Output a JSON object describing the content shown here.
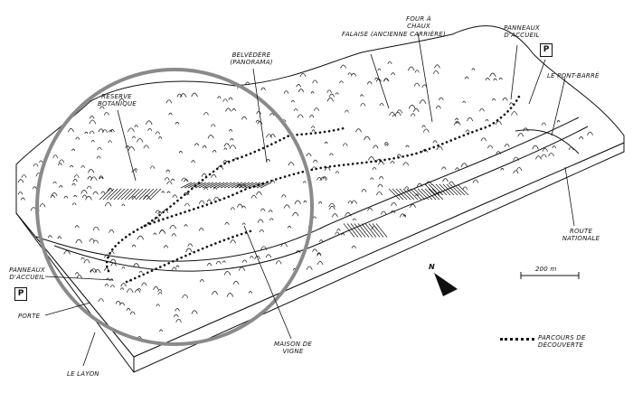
{
  "labels": {
    "falaise": "Falaise (ancienne carrière)",
    "four": "Four à chaux",
    "panneaux_top": "Panneaux d'accueil",
    "parking_top": "P",
    "pont": "Le Pont-Barré",
    "belvedere": "Belvédère (panorama)",
    "reserve": "Réserve botanique",
    "route": "Route nationale",
    "panneaux_left": "Panneaux d'accueil",
    "parking_left": "P",
    "porte": "Porte",
    "layon": "Le Layon",
    "maison": "Maison de vigne"
  },
  "scale": {
    "label": "200 m"
  },
  "north": {
    "label": "N"
  },
  "legend": {
    "parcours": "Parcours de découverte"
  },
  "colors": {
    "ink": "#111111",
    "circle": "#8a8a8a"
  }
}
